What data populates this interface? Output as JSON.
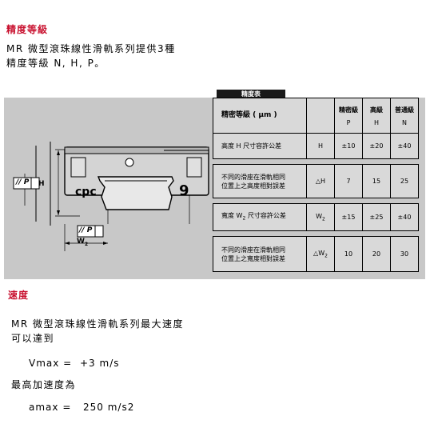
{
  "precision": {
    "heading": "精度等級",
    "line1": "MR  微型滾珠線性滑軌系列提供3種",
    "line2": "精度等級 N, H, P。"
  },
  "diagram": {
    "brand": "cpc",
    "size_number": "9",
    "h_label": "H",
    "parallel_label": "// P",
    "parallel_label_bottom": "// P",
    "w2_label": "W",
    "w2_sub": "2"
  },
  "table": {
    "title": "精度表",
    "grade_header": "精密等級 ( μm )",
    "columns": [
      {
        "name": "精密級",
        "code": "P"
      },
      {
        "name": "高級",
        "code": "H"
      },
      {
        "name": "普通級",
        "code": "N"
      }
    ],
    "rows": [
      {
        "label1": "高度 H 尺寸容許公差",
        "label2": "",
        "symbol": "H",
        "sub": "",
        "values": [
          "±10",
          "±20",
          "±40"
        ]
      },
      {
        "label1": "不同的滑座在滑軌相同",
        "label2": "位置上之高度相對誤差",
        "symbol": "△H",
        "sub": "",
        "values": [
          "7",
          "15",
          "25"
        ]
      },
      {
        "label1": "寬度 W",
        "label1_sub": "2",
        "label1_rest": " 尺寸容許公差",
        "label2": "",
        "symbol": "W",
        "sub": "2",
        "values": [
          "±15",
          "±25",
          "±40"
        ]
      },
      {
        "label1": "不同的滑座在滑軌相同",
        "label2": "位置上之寬度相對誤差",
        "symbol": "△W",
        "sub": "2",
        "values": [
          "10",
          "20",
          "30"
        ]
      }
    ]
  },
  "speed": {
    "heading": "速度",
    "line1": "MR 微型滾珠線性滑軌系列最大速度",
    "line2": "可以達到",
    "vmax_label": "Vmax =",
    "vmax_value": "+3 m/s",
    "accel_line": "最高加速度為",
    "amax_label": "amax =",
    "amax_value": "250 m/s2"
  }
}
